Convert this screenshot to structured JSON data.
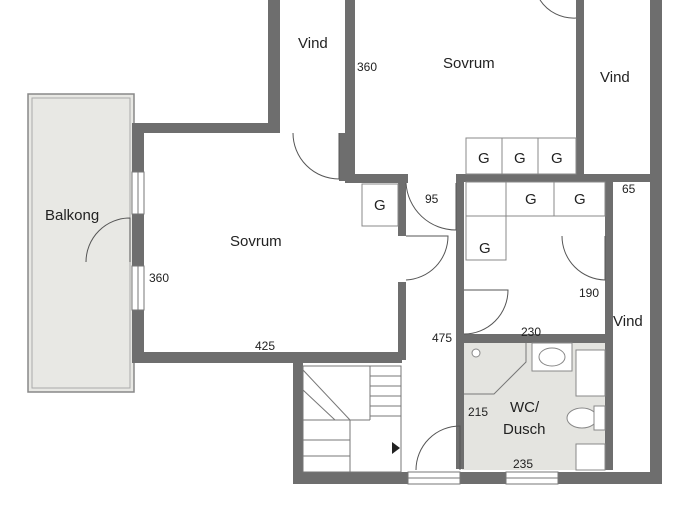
{
  "plan": {
    "rooms": [
      {
        "key": "balkong",
        "label": "Balkong"
      },
      {
        "key": "sovrum_top",
        "label": "Sovrum"
      },
      {
        "key": "sovrum_main",
        "label": "Sovrum"
      },
      {
        "key": "vind_top_left",
        "label": "Vind"
      },
      {
        "key": "vind_top_right",
        "label": "Vind"
      },
      {
        "key": "vind_right",
        "label": "Vind"
      },
      {
        "key": "wc_line1",
        "label": "WC/"
      },
      {
        "key": "wc_line2",
        "label": "Dusch"
      }
    ],
    "closets": [
      "G",
      "G",
      "G",
      "G",
      "G",
      "G",
      "G"
    ],
    "dimensions": [
      "360",
      "95",
      "65",
      "360",
      "425",
      "475",
      "230",
      "190",
      "215",
      "235"
    ],
    "colors": {
      "wall": "#6e6e6e",
      "balcony": "#e8e8e4",
      "bathroom": "#e4e4e0"
    }
  }
}
